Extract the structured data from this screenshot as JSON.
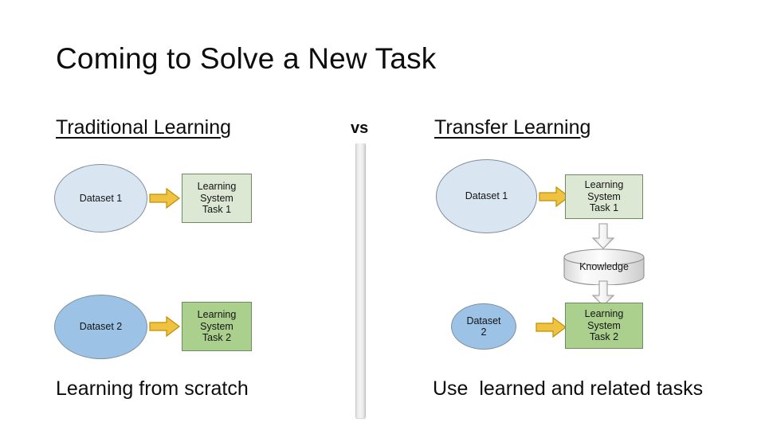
{
  "slide": {
    "title": "Coming to Solve a New Task",
    "vs_label": "vs"
  },
  "columns": {
    "left": {
      "heading": "Traditional Learning",
      "caption": "Learning from scratch"
    },
    "right": {
      "heading": "Transfer Learning",
      "caption": "Use  learned and related tasks"
    }
  },
  "diagram_left": {
    "row1": {
      "dataset": "Dataset 1",
      "system_line1": "Learning",
      "system_line2": "System",
      "system_line3": "Task 1",
      "arrow": "yellow-right-arrow"
    },
    "row2": {
      "dataset": "Dataset 2",
      "system_line1": "Learning",
      "system_line2": "System",
      "system_line3": "Task 2",
      "arrow": "yellow-right-arrow"
    }
  },
  "diagram_right": {
    "row1": {
      "dataset": "Dataset 1",
      "system_line1": "Learning",
      "system_line2": "System",
      "system_line3": "Task 1",
      "arrow": "yellow-right-arrow"
    },
    "knowledge": {
      "label": "Knowledge",
      "arrow_in": "gray-down-arrow",
      "arrow_out": "gray-down-arrow"
    },
    "row2": {
      "dataset_line1": "Dataset",
      "dataset_line2": "2",
      "system_line1": "Learning",
      "system_line2": "System",
      "system_line3": "Task 2",
      "arrow": "yellow-right-arrow"
    }
  },
  "colors": {
    "ellipse_pale": "#d9e6f2",
    "ellipse_mid": "#9cc3e5",
    "box_pale": "#dde8d4",
    "box_mid": "#abd08d",
    "arrow_yellow": "#f0c242",
    "arrow_gray": "#efefef",
    "text": "#0d0d0d",
    "background": "#ffffff"
  }
}
